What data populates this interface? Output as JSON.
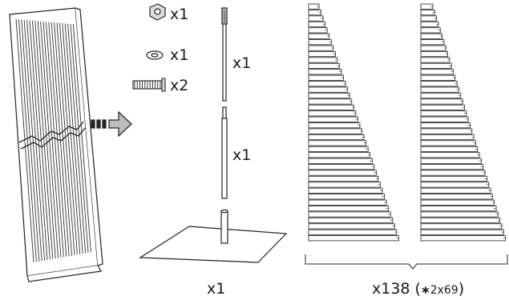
{
  "parts": {
    "nut": {
      "icon": "hex-nut-icon",
      "qty": "x1"
    },
    "washer": {
      "icon": "washer-icon",
      "qty": "x1"
    },
    "screw": {
      "icon": "screw-icon",
      "qty": "x2"
    },
    "upper_pole": {
      "qty": "x1"
    },
    "lower_pole": {
      "qty": "x1"
    },
    "base": {
      "qty": "x1"
    },
    "slats": {
      "qty": "x138",
      "note_prefix": " (",
      "note_star": "∗",
      "note_detail": "2x69",
      "note_suffix": ")"
    }
  },
  "box": {
    "icon": "package-box-icon"
  },
  "arrow": {
    "icon": "unpack-arrow-icon"
  }
}
